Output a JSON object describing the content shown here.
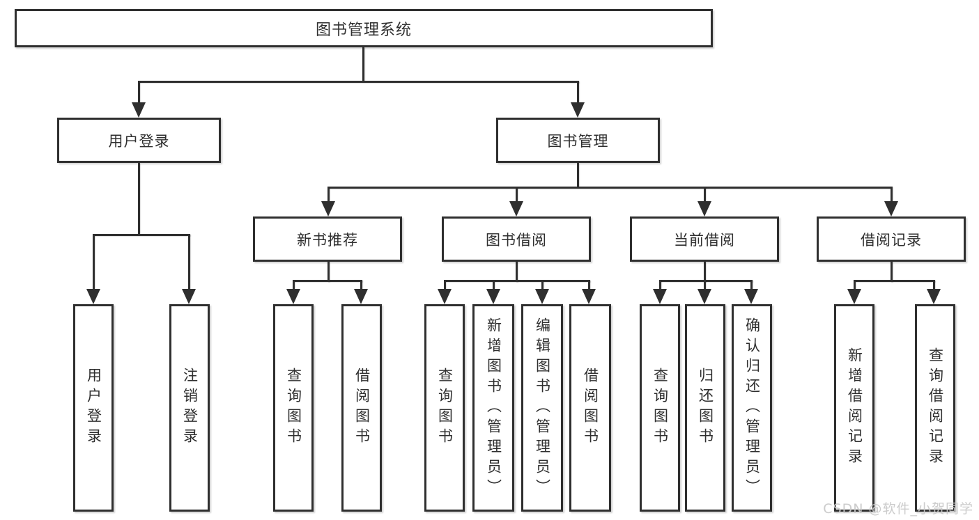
{
  "diagram": {
    "root": {
      "label": "图书管理系统"
    },
    "branches": {
      "user_login": {
        "label": "用户登录",
        "children": [
          {
            "label": "用户登录"
          },
          {
            "label": "注销登录"
          }
        ]
      },
      "book_mgmt": {
        "label": "图书管理",
        "children": [
          {
            "label": "新书推荐",
            "children": [
              {
                "label": "查询图书"
              },
              {
                "label": "借阅图书"
              }
            ]
          },
          {
            "label": "图书借阅",
            "children": [
              {
                "label": "查询图书"
              },
              {
                "label": "新增图书（管理员）"
              },
              {
                "label": "编辑图书（管理员）"
              },
              {
                "label": "借阅图书"
              }
            ]
          },
          {
            "label": "当前借阅",
            "children": [
              {
                "label": "查询图书"
              },
              {
                "label": "归还图书"
              },
              {
                "label": "确认归还（管理员）"
              }
            ]
          },
          {
            "label": "借阅记录",
            "children": [
              {
                "label": "新增借阅记录"
              },
              {
                "label": "查询借阅记录"
              }
            ]
          }
        ]
      }
    },
    "watermark": {
      "text": "CSDN @软件_小贺同学"
    },
    "colors": {
      "line": "#2f2f2f",
      "text": "#2f2f2f",
      "watermark": "#c9c9c9",
      "background": "#ffffff"
    }
  }
}
